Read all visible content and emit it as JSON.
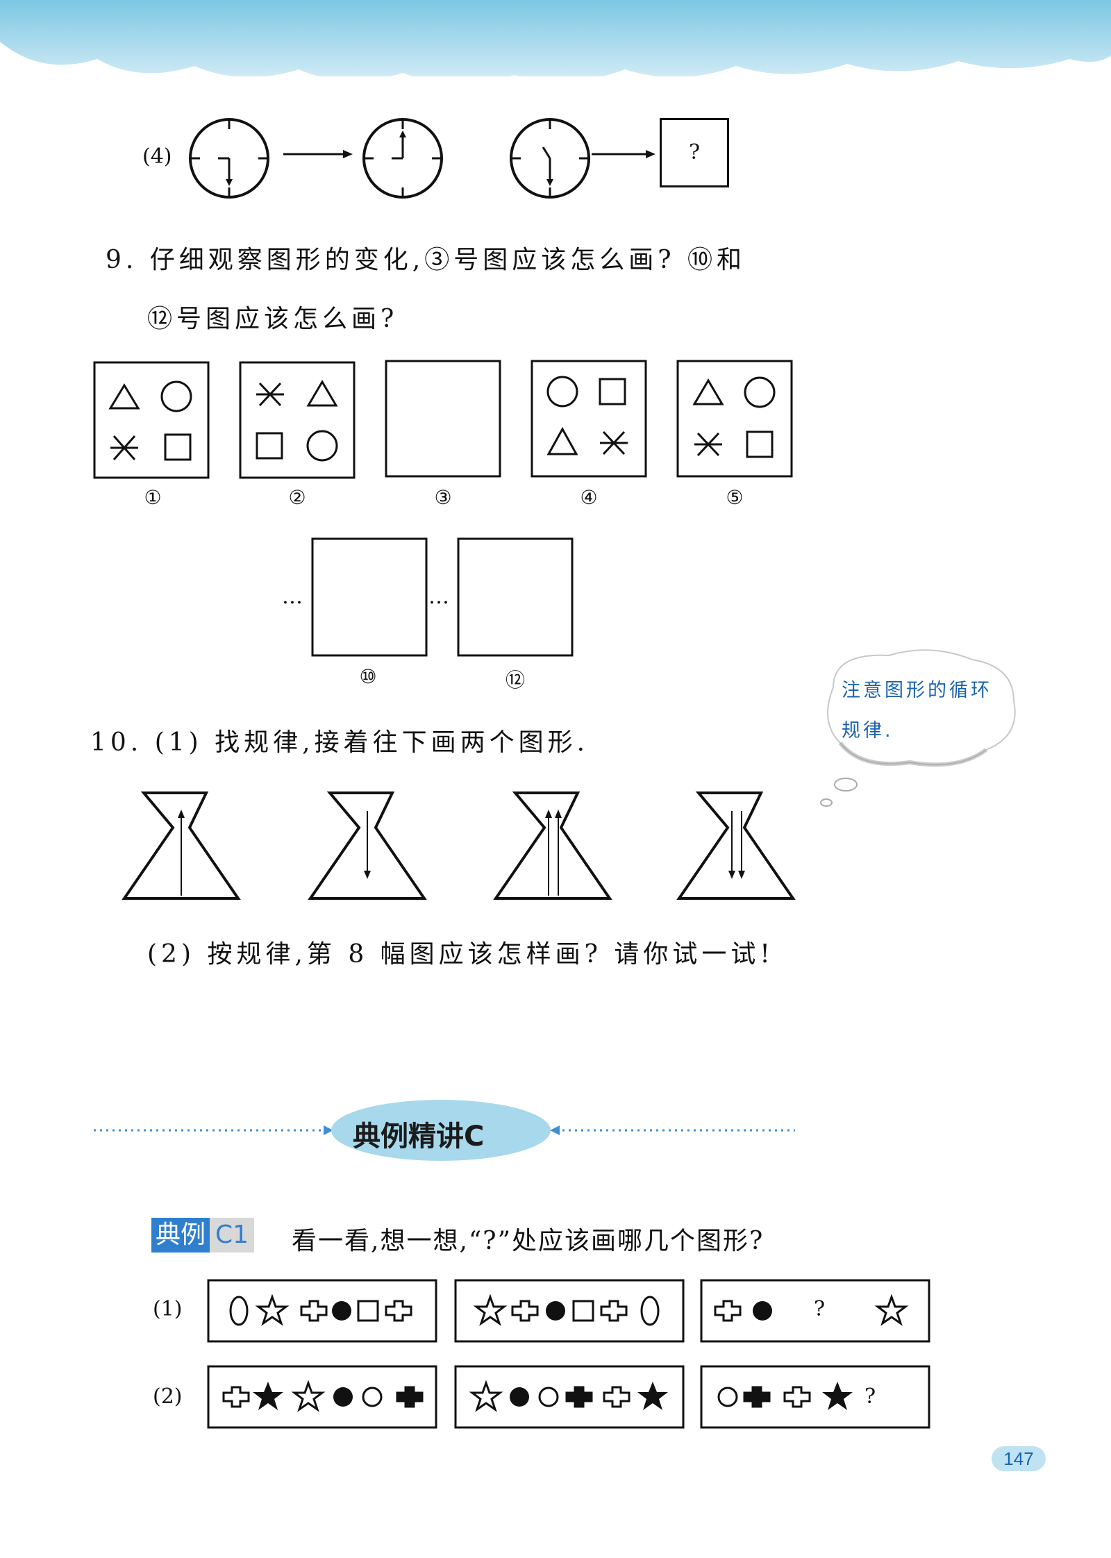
{
  "q8": {
    "label": "(4)",
    "unknown_mark": "?"
  },
  "q9": {
    "line1": "9. 仔细观察图形的变化,③号图应该怎么画? ⑩和",
    "line2": "⑫号图应该怎么画?",
    "panel_labels": [
      "①",
      "②",
      "③",
      "④",
      "⑤"
    ],
    "panels": [
      [
        "triangle",
        "circle",
        "asterisk",
        "square"
      ],
      [
        "asterisk",
        "triangle",
        "square",
        "circle"
      ],
      [],
      [
        "circle",
        "square",
        "triangle",
        "asterisk"
      ],
      [
        "triangle",
        "circle",
        "asterisk",
        "square"
      ]
    ],
    "ellipsis_1": "…",
    "ellipsis_2": "…",
    "label_10": "⑩",
    "label_12": "⑫"
  },
  "hint_bubble": {
    "line1": "注意图形的循环",
    "line2": "规律."
  },
  "q10": {
    "part1": "10. (1) 找规律,接着往下画两个图形.",
    "figure_arrows": [
      {
        "count": 1,
        "direction": "up"
      },
      {
        "count": 1,
        "direction": "down"
      },
      {
        "count": 2,
        "direction": "up"
      },
      {
        "count": 2,
        "direction": "down"
      }
    ],
    "part2": "(2) 按规律,第 8 幅图应该怎样画? 请你试一试!"
  },
  "banner": {
    "title": "典例精讲C"
  },
  "example": {
    "tag_main": "典例",
    "tag_code": "C1",
    "question": "看一看,想一想,“?”处应该画哪几个图形?",
    "row1_label": "(1)",
    "row2_label": "(2)",
    "row1_boxes": [
      [
        "oval",
        "star-outline",
        "cross-outline",
        "dot",
        "square-outline",
        "cross-outline"
      ],
      [
        "star-outline",
        "cross-outline",
        "dot",
        "square-outline",
        "cross-outline",
        "oval"
      ],
      [
        "cross-outline",
        "dot",
        "?",
        "star-outline"
      ]
    ],
    "row2_boxes": [
      [
        "cross-outline",
        "star-filled",
        "star-outline",
        "dot",
        "circle-outline",
        "cross-filled"
      ],
      [
        "star-outline",
        "dot",
        "circle-outline",
        "cross-filled",
        "cross-outline",
        "star-filled"
      ],
      [
        "circle-outline",
        "cross-filled",
        "cross-outline",
        "star-filled",
        "?"
      ]
    ],
    "row1_unknown": "?",
    "row2_unknown": "?"
  },
  "page_number": "147",
  "colors": {
    "accent_blue": "#1a62b0",
    "banner_fill": "#a8d8ec",
    "tag_fill": "#2f7fcf",
    "page_badge": "#bfe3f3"
  }
}
